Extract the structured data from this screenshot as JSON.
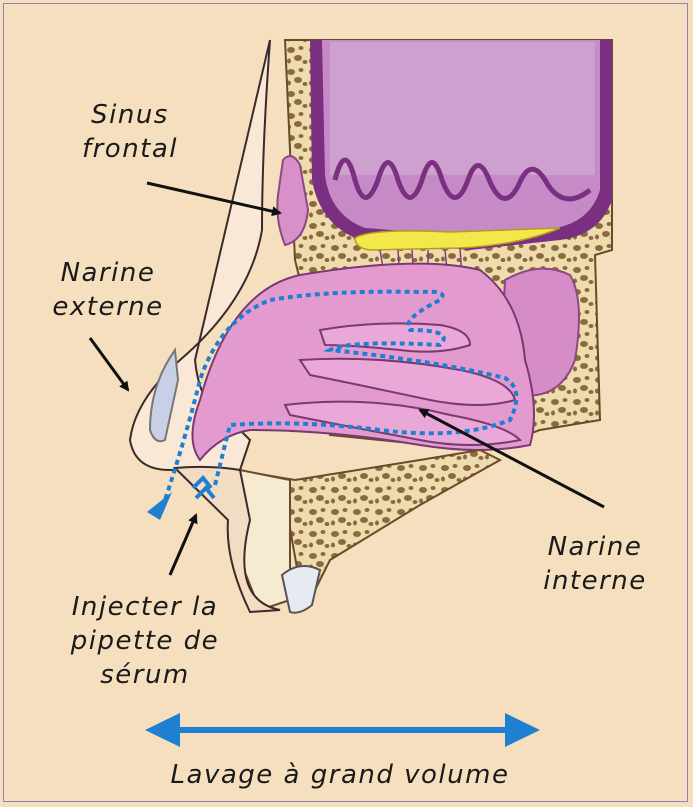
{
  "labels": {
    "sinus_frontal": "Sinus\nfrontal",
    "narine_externe": "Narine\nexterne",
    "narine_interne": "Narine\ninterne",
    "injecter": "Injecter la\npipette de\nsérum",
    "lavage": "Lavage à grand volume"
  },
  "colors": {
    "background": "#f5dfbf",
    "frame": "#8a84b4",
    "flow_arrow": "#1f7fd0",
    "tissue_pink": "#e59ad0",
    "brain_purple": "#b46db2"
  }
}
